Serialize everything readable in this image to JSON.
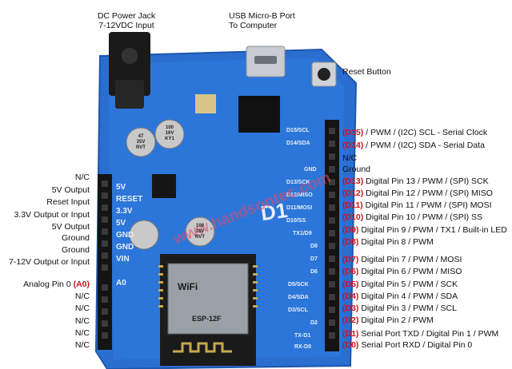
{
  "top_labels": {
    "dc_jack": [
      "DC Power Jack",
      "7-12VDC Input"
    ],
    "usb": [
      "USB Micro-B Port",
      "To Computer"
    ],
    "reset": "Reset Button"
  },
  "left_pins": [
    {
      "label": "N/C"
    },
    {
      "label": "5V Output"
    },
    {
      "label": "Reset Input"
    },
    {
      "label": "3.3V Output or Input"
    },
    {
      "label": "5V Output"
    },
    {
      "label": "Ground"
    },
    {
      "label": "Ground"
    },
    {
      "label": "7-12V Output or Input"
    },
    {
      "label": "Analog Pin 0 ",
      "tag": "(A0)"
    },
    {
      "label": "N/C"
    },
    {
      "label": "N/C"
    },
    {
      "label": "N/C"
    },
    {
      "label": "N/C"
    },
    {
      "label": "N/C"
    }
  ],
  "right_pins": [
    {
      "tag": "(D15)",
      "label": " / PWM / (I2C) SCL - Serial Clock"
    },
    {
      "tag": "(D14)",
      "label": " / PWM / (I2C) SDA - Serial Data"
    },
    {
      "tag": "",
      "label": "N/C"
    },
    {
      "tag": "",
      "label": "Ground"
    },
    {
      "tag": "(D13)",
      "label": " Digital Pin 13 / PWM / (SPI) SCK"
    },
    {
      "tag": "(D12)",
      "label": " Digital Pin 12 /  PWM / (SPI) MISO"
    },
    {
      "tag": "(D11)",
      "label": " Digital Pin 11 / PWM / (SPI) MOSI"
    },
    {
      "tag": "(D10)",
      "label": " Digital Pin 10 / PWM / (SPI) SS"
    },
    {
      "tag": "(D9)",
      "label": " Digital Pin 9 / PWM / TX1 / Built-in LED"
    },
    {
      "tag": "(D8)",
      "label": " Digital Pin 8 / PWM"
    },
    {
      "tag": "(D7)",
      "label": " Digital Pin 7 / PWM / MOSI"
    },
    {
      "tag": "(D6)",
      "label": " Digital Pin 6 / PWM / MISO"
    },
    {
      "tag": "(D5)",
      "label": " Digital Pin 5 / PWM / SCK"
    },
    {
      "tag": "(D4)",
      "label": " Digital Pin 4 / PWM / SDA"
    },
    {
      "tag": "(D3)",
      "label": " Digital Pin 3 / PWM / SCL"
    },
    {
      "tag": "(D2)",
      "label": " Digital Pin 2 / PWM"
    },
    {
      "tag": "(D1)",
      "label": " Serial Port TXD / Digital Pin 1 / PWM"
    },
    {
      "tag": "(D0)",
      "label": " Serial Port RXD / Digital Pin 0"
    }
  ],
  "silkscreen": {
    "left_header": [
      "5V",
      "RESET",
      "3.3V",
      "5V",
      "GND",
      "GND",
      "VIN",
      "A0"
    ],
    "right_header": [
      "D15/SCL",
      "D14/SDA",
      "GND",
      "D13/SCK",
      "D12/MISO",
      "D11/MOSI",
      "D10/SS",
      "TX1/D9",
      "D8",
      "D7",
      "D6",
      "D5/SCK",
      "D4/SDA",
      "D3/SCL",
      "D2",
      "TX-D1",
      "RX-D0"
    ],
    "board_name": "D1",
    "module_name": "WiFi",
    "cap_top": [
      "100",
      "16V",
      "KY1"
    ],
    "cap_left": [
      "47",
      "35V",
      "RVT"
    ],
    "cap_mid": [
      "100",
      "16V",
      "RVT"
    ],
    "chip_mark": "ESP-12F",
    "watermark": "www.handsontec.com"
  },
  "colors": {
    "board": "#2a6fd0",
    "board_dark": "#1d56ab",
    "header": "#141414",
    "accent_red": "#d0121b"
  }
}
